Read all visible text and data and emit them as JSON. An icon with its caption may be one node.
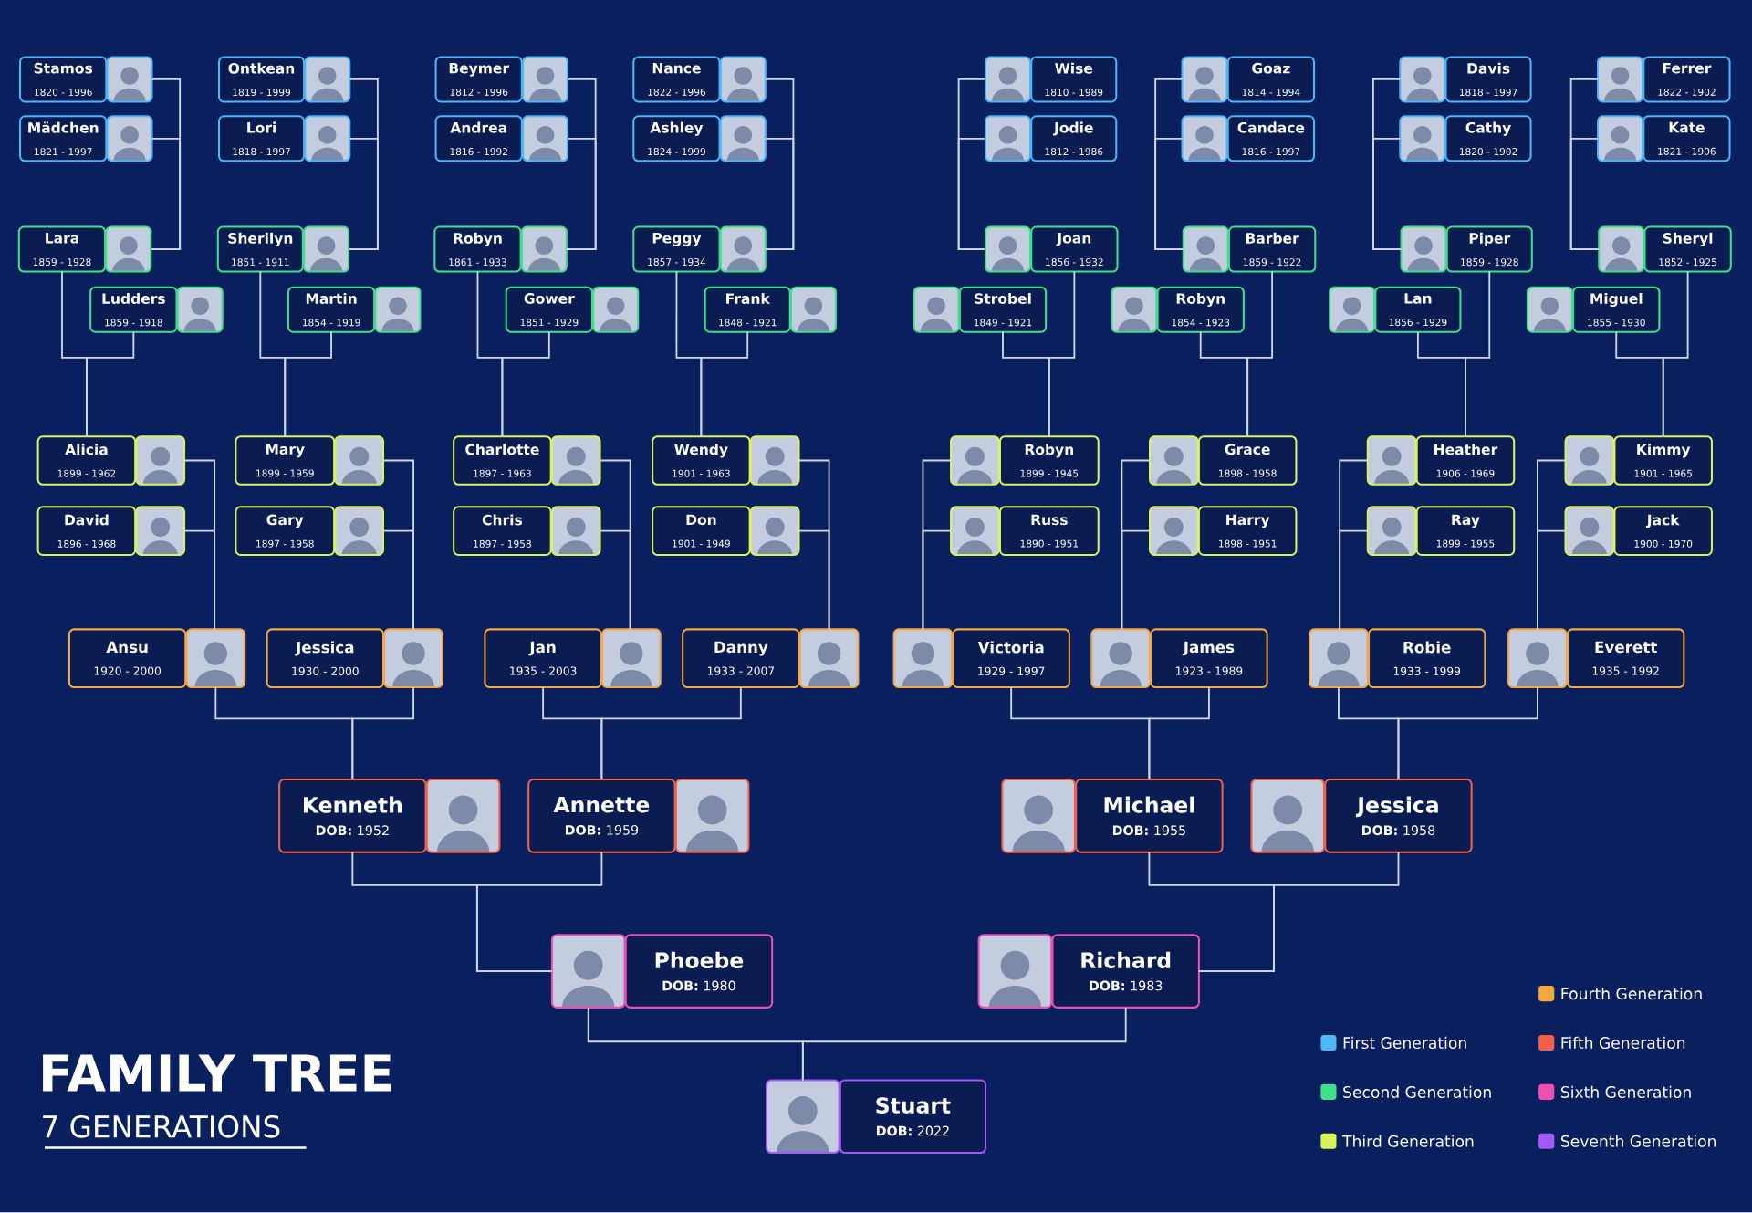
{
  "diagram": {
    "title": "FAMILY TREE",
    "nodes": [
      {
        "text": [
          "Stamos",
          "1820 - 1996"
        ]
      },
      {
        "text": [
          "Ontkean",
          "1819 - 1999"
        ]
      },
      {
        "text": [
          "Beymer",
          "1812 - 1996"
        ]
      },
      {
        "text": [
          "Nance",
          "1822 - 1996"
        ]
      },
      {
        "text": [
          "Wise",
          "1810 - 1989"
        ]
      },
      {
        "text": [
          "Goaz",
          "1814 - 1994"
        ]
      },
      {
        "text": [
          "Davis",
          "1818 - 1997"
        ]
      },
      {
        "text": [
          "Ferrer",
          "1822 - 1902"
        ]
      },
      {
        "text": [
          "Mädchen",
          "1821 - 1997"
        ]
      },
      {
        "text": [
          "Lori",
          "1818 - 1997"
        ]
      },
      {
        "text": [
          "Andrea",
          "1816 - 1992"
        ]
      },
      {
        "text": [
          "Ashley",
          "1824 - 1999"
        ]
      },
      {
        "text": [
          "Jodie",
          "1812 - 1986"
        ]
      },
      {
        "text": [
          "Candace",
          "1816 - 1997"
        ]
      },
      {
        "text": [
          "Cathy",
          "1820 - 1902"
        ]
      },
      {
        "text": [
          "Kate",
          "1821 - 1906"
        ]
      },
      {
        "text": [
          "Lara",
          "1859 - 1928"
        ]
      },
      {
        "text": [
          "Sherilyn",
          "1851 - 1911"
        ]
      },
      {
        "text": [
          "Robyn",
          "1861 - 1933"
        ]
      },
      {
        "text": [
          "Peggy",
          "1857 - 1934"
        ]
      },
      {
        "text": [
          "Joan",
          "1856 - 1932"
        ]
      },
      {
        "text": [
          "Barber",
          "1859 - 1922"
        ]
      },
      {
        "text": [
          "Piper",
          "1859 - 1928"
        ]
      },
      {
        "text": [
          "Sheryl",
          "1852 - 1925"
        ]
      },
      {
        "text": [
          "Ludders",
          "1859 - 1918"
        ]
      },
      {
        "text": [
          "Martin",
          "1854 - 1919"
        ]
      },
      {
        "text": [
          "Gower",
          "1851 - 1929"
        ]
      },
      {
        "text": [
          "Frank",
          "1848 - 1921"
        ]
      },
      {
        "text": [
          "Strobel",
          "1849 - 1921"
        ]
      },
      {
        "text": [
          "Robyn",
          "1854 - 1923"
        ]
      },
      {
        "text": [
          "Lan",
          "1856 - 1929"
        ]
      },
      {
        "text": [
          "Miguel",
          "1855 - 1930"
        ]
      },
      {
        "text": [
          "Alicia",
          "1899 - 1962"
        ]
      },
      {
        "text": [
          "Mary",
          "1899 - 1959"
        ]
      },
      {
        "text": [
          "Charlotte",
          "1897 - 1963"
        ]
      },
      {
        "text": [
          "Wendy",
          "1901 - 1963"
        ]
      },
      {
        "text": [
          "Robyn",
          "1899 - 1945"
        ]
      },
      {
        "text": [
          "Grace",
          "1898 - 1958"
        ]
      },
      {
        "text": [
          "Heather",
          "1906 - 1969"
        ]
      },
      {
        "text": [
          "Kimmy",
          "1901 - 1965"
        ]
      },
      {
        "text": [
          "David",
          "1896 - 1968"
        ]
      },
      {
        "text": [
          "Gary",
          "1897 - 1958"
        ]
      },
      {
        "text": [
          "Chris",
          "1897 - 1958"
        ]
      },
      {
        "text": [
          "Don",
          "1901 - 1949"
        ]
      },
      {
        "text": [
          "Russ",
          "1890 - 1951"
        ]
      },
      {
        "text": [
          "Harry",
          "1898 - 1951"
        ]
      },
      {
        "text": [
          "Ray",
          "1899 - 1955"
        ]
      },
      {
        "text": [
          "Jack",
          "1900 - 1970"
        ]
      },
      {
        "text": [
          "Ansu",
          "1920 - 2000"
        ]
      },
      {
        "text": [
          "Jessica",
          "1930 - 2000"
        ]
      },
      {
        "text": [
          "Jan",
          "1935 - 2003"
        ]
      },
      {
        "text": [
          "Danny",
          "1933 - 2007"
        ]
      },
      {
        "text": [
          "Victoria",
          "1929 - 1997"
        ]
      },
      {
        "text": [
          "James",
          "1923 - 1989"
        ]
      },
      {
        "text": [
          "Robie",
          "1933 - 1999"
        ]
      },
      {
        "text": [
          "Everett",
          "1935 - 1992"
        ]
      },
      {
        "text": [
          "Kenneth",
          "**DOB:** 1952"
        ]
      },
      {
        "text": [
          "Annette",
          "**DOB:** 1959"
        ]
      },
      {
        "text": [
          "Michael",
          "**DOB:** 1955"
        ]
      },
      {
        "text": [
          "Jessica",
          "**DOB:** 1958"
        ]
      },
      {
        "text": [
          "Phoebe",
          "**DOB:** 1980"
        ]
      },
      {
        "text": [
          "Richard",
          "**DOB:** 1983"
        ]
      },
      {
        "text": [
          "Stuart",
          "**DOB:** 2022"
        ]
      }
    ],
    "edges": [
      {
        "from": 0,
        "to": 16,
        "arrow": "none"
      },
      {
        "from": 8,
        "to": 16,
        "arrow": "none"
      },
      {
        "from": 1,
        "to": 17,
        "arrow": "none"
      },
      {
        "from": 9,
        "to": 17,
        "arrow": "none"
      },
      {
        "from": 2,
        "to": 18,
        "arrow": "none"
      },
      {
        "from": 10,
        "to": 18,
        "arrow": "none"
      },
      {
        "from": 3,
        "to": 19,
        "arrow": "none"
      },
      {
        "from": 11,
        "to": 19,
        "arrow": "none"
      },
      {
        "from": 4,
        "to": 20,
        "arrow": "none"
      },
      {
        "from": 12,
        "to": 20,
        "arrow": "none"
      },
      {
        "from": 5,
        "to": 21,
        "arrow": "none"
      },
      {
        "from": 13,
        "to": 21,
        "arrow": "none"
      },
      {
        "from": 6,
        "to": 22,
        "arrow": "none"
      },
      {
        "from": 14,
        "to": 22,
        "arrow": "none"
      },
      {
        "from": 7,
        "to": 23,
        "arrow": "none"
      },
      {
        "from": 15,
        "to": 23,
        "arrow": "none"
      },
      {
        "from": 16,
        "to": 32,
        "arrow": "none"
      },
      {
        "from": 24,
        "to": 32,
        "arrow": "none"
      },
      {
        "from": 17,
        "to": 33,
        "arrow": "none"
      },
      {
        "from": 25,
        "to": 33,
        "arrow": "none"
      },
      {
        "from": 18,
        "to": 34,
        "arrow": "none"
      },
      {
        "from": 26,
        "to": 34,
        "arrow": "none"
      },
      {
        "from": 19,
        "to": 35,
        "arrow": "none"
      },
      {
        "from": 27,
        "to": 35,
        "arrow": "none"
      },
      {
        "from": 28,
        "to": 36,
        "arrow": "none"
      },
      {
        "from": 20,
        "to": 36,
        "arrow": "none"
      },
      {
        "from": 29,
        "to": 37,
        "arrow": "none"
      },
      {
        "from": 21,
        "to": 37,
        "arrow": "none"
      },
      {
        "from": 30,
        "to": 38,
        "arrow": "none"
      },
      {
        "from": 22,
        "to": 38,
        "arrow": "none"
      },
      {
        "from": 31,
        "to": 39,
        "arrow": "none"
      },
      {
        "from": 23,
        "to": 39,
        "arrow": "none"
      },
      {
        "from": 32,
        "to": 48,
        "arrow": "none"
      },
      {
        "from": 40,
        "to": 48,
        "arrow": "none"
      },
      {
        "from": 33,
        "to": 49,
        "arrow": "none"
      },
      {
        "from": 41,
        "to": 49,
        "arrow": "none"
      },
      {
        "from": 34,
        "to": 50,
        "arrow": "none"
      },
      {
        "from": 42,
        "to": 50,
        "arrow": "none"
      },
      {
        "from": 35,
        "to": 51,
        "arrow": "none"
      },
      {
        "from": 43,
        "to": 51,
        "arrow": "none"
      },
      {
        "from": 36,
        "to": 52,
        "arrow": "none"
      },
      {
        "from": 44,
        "to": 52,
        "arrow": "none"
      },
      {
        "from": 37,
        "to": 53,
        "arrow": "none"
      },
      {
        "from": 45,
        "to": 53,
        "arrow": "none"
      },
      {
        "from": 38,
        "to": 54,
        "arrow": "none"
      },
      {
        "from": 46,
        "to": 54,
        "arrow": "none"
      },
      {
        "from": 39,
        "to": 55,
        "arrow": "none"
      },
      {
        "from": 47,
        "to": 55,
        "arrow": "none"
      },
      {
        "from": 48,
        "to": 56,
        "arrow": "none"
      },
      {
        "from": 49,
        "to": 56,
        "arrow": "none"
      },
      {
        "from": 50,
        "to": 57,
        "arrow": "none"
      },
      {
        "from": 51,
        "to": 57,
        "arrow": "none"
      },
      {
        "from": 52,
        "to": 58,
        "arrow": "none"
      },
      {
        "from": 53,
        "to": 58,
        "arrow": "none"
      },
      {
        "from": 54,
        "to": 59,
        "arrow": "none"
      },
      {
        "from": 55,
        "to": 59,
        "arrow": "none"
      },
      {
        "from": 56,
        "to": 60,
        "arrow": "none"
      },
      {
        "from": 57,
        "to": 60,
        "arrow": "none"
      },
      {
        "from": 58,
        "to": 61,
        "arrow": "none"
      },
      {
        "from": 59,
        "to": 61,
        "arrow": "none"
      },
      {
        "from": 60,
        "to": 62,
        "arrow": "none"
      },
      {
        "from": 61,
        "to": 62,
        "arrow": "none"
      }
    ],
    "labels": [
      "7 GENERATIONS"
    ],
    "legend": [
      {
        "text": "First Generation",
        "color": "#4cb8f5"
      },
      {
        "text": "Second Generation",
        "color": "#3ee08a"
      },
      {
        "text": "Third Generation",
        "color": "#d6f55c"
      },
      {
        "text": "Fourth Generation",
        "color": "#f5a742"
      },
      {
        "text": "Fifth Generation",
        "color": "#f2604a"
      },
      {
        "text": "Sixth Generation",
        "color": "#ee4fb2"
      },
      {
        "text": "Seventh Generation",
        "color": "#a45bf5"
      }
    ]
  }
}
